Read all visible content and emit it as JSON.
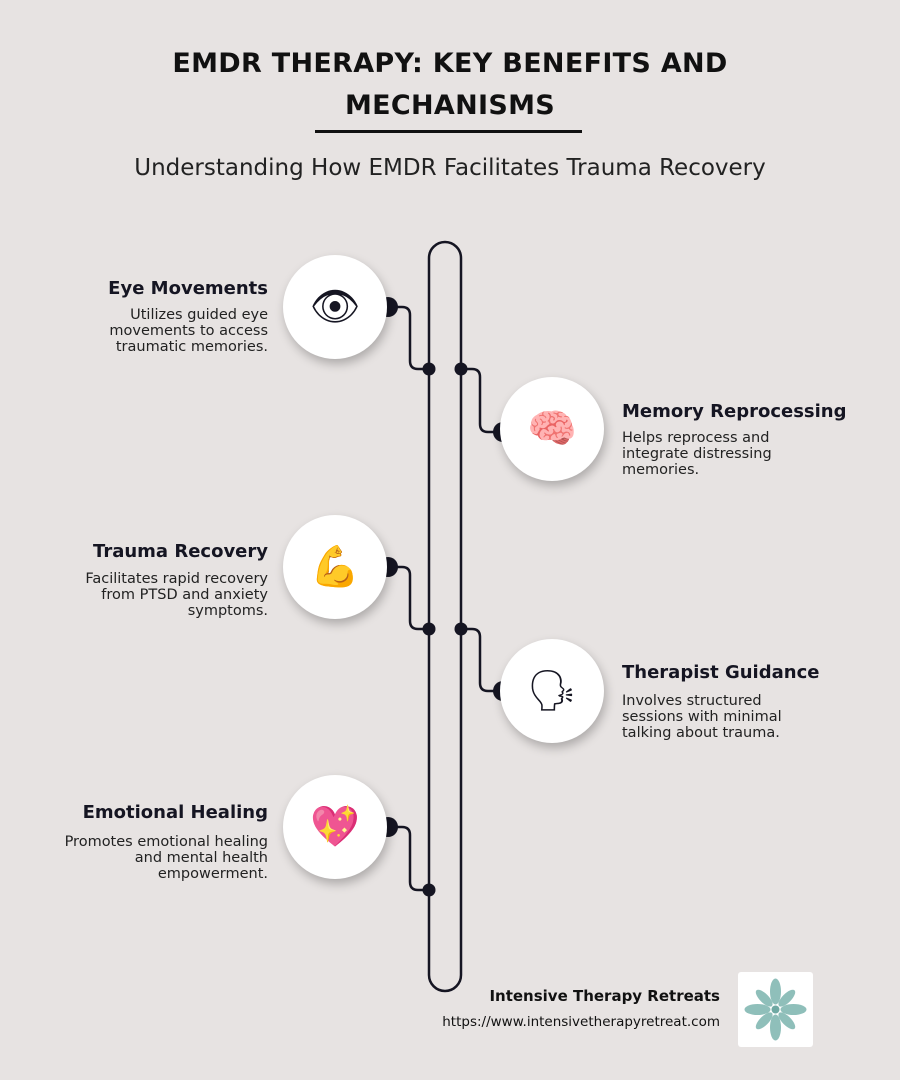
{
  "title": "EMDR THERAPY: KEY BENEFITS AND MECHANISMS",
  "subtitle": "Understanding How EMDR Facilitates Trauma Recovery",
  "items": [
    {
      "title": "Eye Movements",
      "description": "Utilizes guided eye movements to access traumatic memories.",
      "icon": "eye-icon",
      "glyph": "👁"
    },
    {
      "title": "Memory Reprocessing",
      "description": "Helps reprocess and integrate distressing memories.",
      "icon": "brain-icon",
      "glyph": "🧠"
    },
    {
      "title": "Trauma Recovery",
      "description": "Facilitates rapid recovery from PTSD and anxiety symptoms.",
      "icon": "flexed-bicep-icon",
      "glyph": "💪"
    },
    {
      "title": "Therapist Guidance",
      "description": "Involves structured sessions with minimal talking about trauma.",
      "icon": "speaking-head-icon",
      "glyph": "🗣"
    },
    {
      "title": "Emotional Healing",
      "description": "Promotes emotional healing and mental health empowerment.",
      "icon": "sparkling-heart-icon",
      "glyph": "💖"
    }
  ],
  "footer": {
    "organization": "Intensive Therapy Retreats",
    "url": "https://www.intensivetherapyretreat.com"
  },
  "colors": {
    "background": "#e7e3e2",
    "line": "#151522",
    "logo_teal": "#8fbfba"
  }
}
